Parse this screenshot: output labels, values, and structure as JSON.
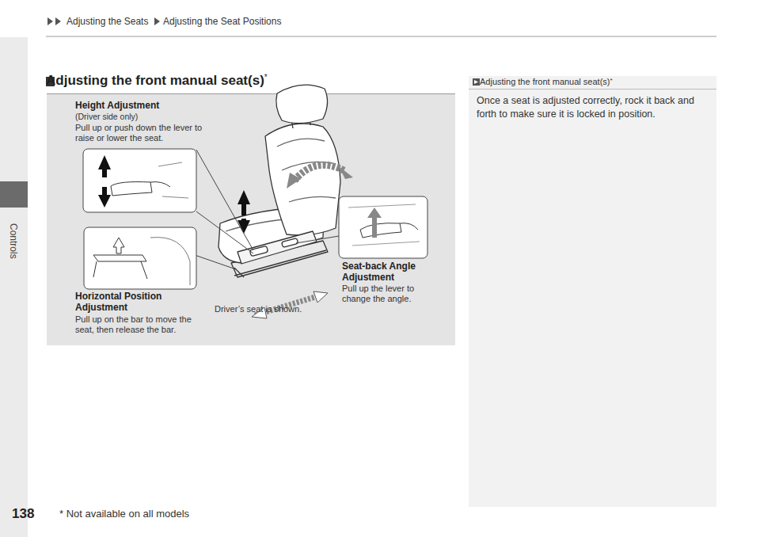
{
  "diagram": {
    "title": "Adjusting the front manual seat(s)",
    "nodes": [
      {
        "text": [
          "Adjusting the front manual seat(s)",
          "Once a seat is adjusted correctly, rock it back and forth to make sure it is locked in position."
        ]
      }
    ],
    "labels": [
      "Adjusting the Seats",
      "Adjusting the Seat Positions",
      "Controls",
      "*",
      "Height Adjustment",
      "(Driver side only)",
      "Pull up or push down the lever to raise or lower the seat.",
      "Horizontal Position Adjustment",
      "Pull up on the bar to move the seat, then release the bar.",
      "Driver’s seat is shown.",
      "Seat-back Angle Adjustment",
      "Pull up the lever to change the angle.",
      "138",
      "* Not available on all models",
      "*"
    ]
  }
}
